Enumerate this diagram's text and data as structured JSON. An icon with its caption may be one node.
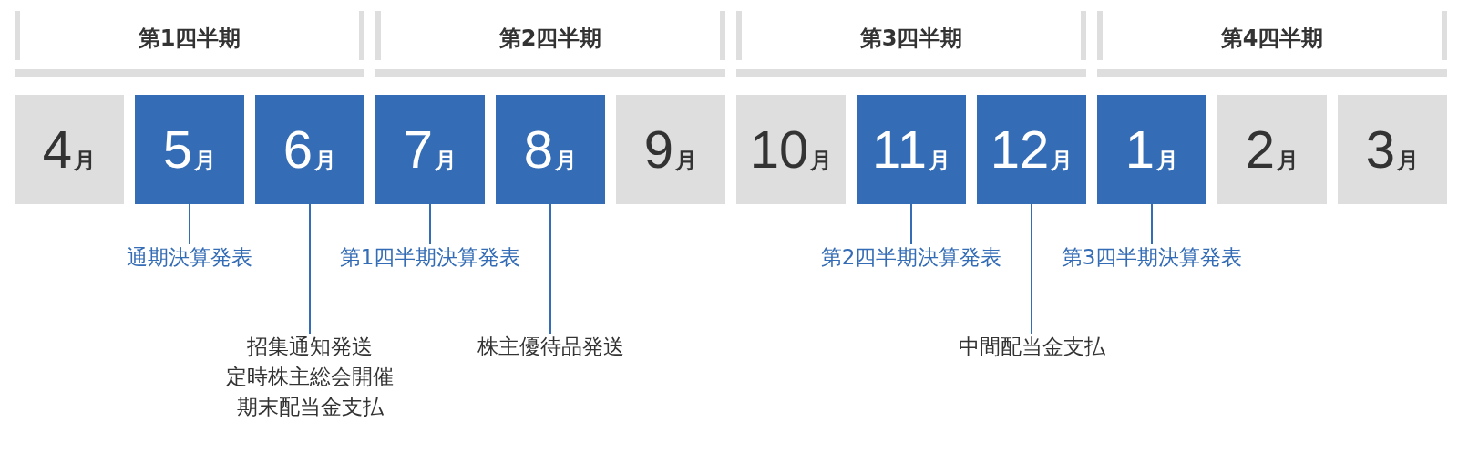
{
  "diagram": {
    "nodes": [
      {
        "text": [
          "第1四半期"
        ]
      },
      {
        "text": [
          "第2四半期"
        ]
      },
      {
        "text": [
          "第3四半期"
        ]
      },
      {
        "text": [
          "第4四半期"
        ]
      },
      {
        "text": [
          "4月"
        ]
      },
      {
        "text": [
          "5月"
        ]
      },
      {
        "text": [
          "6月"
        ]
      },
      {
        "text": [
          "7月"
        ]
      },
      {
        "text": [
          "8月"
        ]
      },
      {
        "text": [
          "9月"
        ]
      },
      {
        "text": [
          "10月"
        ]
      },
      {
        "text": [
          "11月"
        ]
      },
      {
        "text": [
          "12月"
        ]
      },
      {
        "text": [
          "1月"
        ]
      },
      {
        "text": [
          "2月"
        ]
      },
      {
        "text": [
          "3月"
        ]
      },
      {
        "text": [
          "通期決算発表"
        ]
      },
      {
        "text": [
          "第1四半期決算発表"
        ]
      },
      {
        "text": [
          "第2四半期決算発表"
        ]
      },
      {
        "text": [
          "第3四半期決算発表"
        ]
      },
      {
        "text": [
          "招集通知発送",
          "定時株主総会開催",
          "期末配当金支払"
        ]
      },
      {
        "text": [
          "株主優待品発送"
        ]
      },
      {
        "text": [
          "中間配当金支払"
        ]
      }
    ],
    "edges": [
      {
        "from": 5,
        "to": 16,
        "arrow": "none"
      },
      {
        "from": 7,
        "to": 17,
        "arrow": "none"
      },
      {
        "from": 11,
        "to": 18,
        "arrow": "none"
      },
      {
        "from": 13,
        "to": 19,
        "arrow": "none"
      },
      {
        "from": 6,
        "to": 20,
        "arrow": "none"
      },
      {
        "from": 8,
        "to": 21,
        "arrow": "none"
      },
      {
        "from": 12,
        "to": 22,
        "arrow": "none"
      }
    ]
  }
}
